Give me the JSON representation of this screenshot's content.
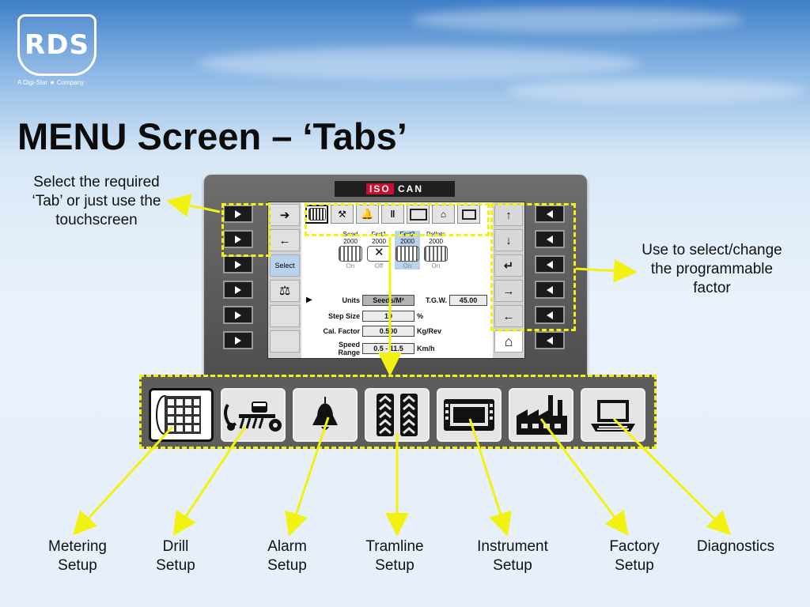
{
  "logo": {
    "text": "RDS",
    "sub": "A Digi-Star ★ Company"
  },
  "title": "MENU Screen – ‘Tabs’",
  "captions": {
    "left": "Select the required ‘Tab’ or just use the touchscreen",
    "right": "Use to select/change the programmable factor"
  },
  "device": {
    "brand_iso": "ISO",
    "brand_can": "CAN",
    "softkey_select": "Select",
    "products": [
      {
        "name": "Seed",
        "rate": "2000",
        "state": "On"
      },
      {
        "name": "Fert1",
        "rate": "2000",
        "state": "Off"
      },
      {
        "name": "Fert2",
        "rate": "2000",
        "state": "On"
      },
      {
        "name": "Pellets",
        "rate": "2000",
        "state": "On"
      }
    ],
    "units": {
      "label": "Units",
      "value": "Seeds/M²"
    },
    "tgw": {
      "label": "T.G.W.",
      "value": "45.00"
    },
    "step_size": {
      "label": "Step Size",
      "value": "10",
      "unit": "%"
    },
    "cal_factor": {
      "label": "Cal. Factor",
      "value": "0.500",
      "unit": "Kg/Rev"
    },
    "speed_range": {
      "label": "Speed Range",
      "value": "0.5 - 11.5",
      "unit": "Km/h"
    }
  },
  "tabs": [
    {
      "icon": "metering-roller-icon",
      "label": "Metering Setup"
    },
    {
      "icon": "drill-icon",
      "label": "Drill Setup"
    },
    {
      "icon": "alarm-bell-icon",
      "label": "Alarm Setup"
    },
    {
      "icon": "tramline-icon",
      "label": "Tramline Setup"
    },
    {
      "icon": "instrument-icon",
      "label": "Instrument Setup"
    },
    {
      "icon": "factory-icon",
      "label": "Factory Setup"
    },
    {
      "icon": "laptop-icon",
      "label": "Diagnostics"
    }
  ],
  "colors": {
    "highlight": "#f2f212",
    "device": "#5d5d5d",
    "title": "#0c0c0c"
  }
}
